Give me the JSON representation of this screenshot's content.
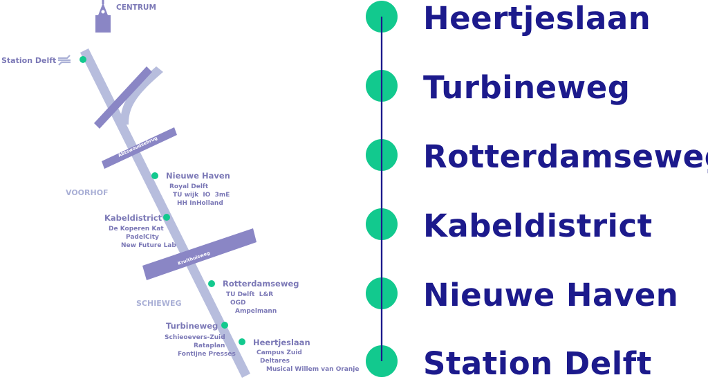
{
  "colors": {
    "stop": "#12c98e",
    "line": "#1c1a8c",
    "route": "#b7bddd",
    "roads": "#8a86c5",
    "label": "#7b78b6",
    "area": "#aab0d6"
  },
  "map": {
    "centrum": "CENTRUM",
    "station_delft": "Station Delft",
    "areas": {
      "voorhof": "VOORHOF",
      "schieweg": "SCHIEWEG"
    },
    "roads": {
      "abtswoudsebrug": "Abtswoudsebrug",
      "kruithuisweg": "Kruithuisweg"
    },
    "stops": [
      {
        "name": "Nieuwe Haven",
        "pois": [
          "Royal Delft",
          "TU wijk  IO  3mE",
          "HH InHolland"
        ]
      },
      {
        "name": "Kabeldistrict",
        "pois": [
          "De Koperen Kat",
          "PadelCity",
          "New Future Lab"
        ]
      },
      {
        "name": "Rotterdamseweg",
        "pois": [
          "TU Delft  L&R",
          "OGD",
          "Ampelmann"
        ]
      },
      {
        "name": "Turbineweg",
        "pois": [
          "Schieoevers-Zuid",
          "Rataplan",
          "Fontijne Presses"
        ]
      },
      {
        "name": "Heertjeslaan",
        "pois": [
          "Campus Zuid",
          "Deltares",
          "Musical Willem van Oranje"
        ]
      }
    ]
  },
  "line_stops": [
    "Heertjeslaan",
    "Turbineweg",
    "Rotterdamseweg",
    "Kabeldistrict",
    "Nieuwe Haven",
    "Station Delft"
  ]
}
